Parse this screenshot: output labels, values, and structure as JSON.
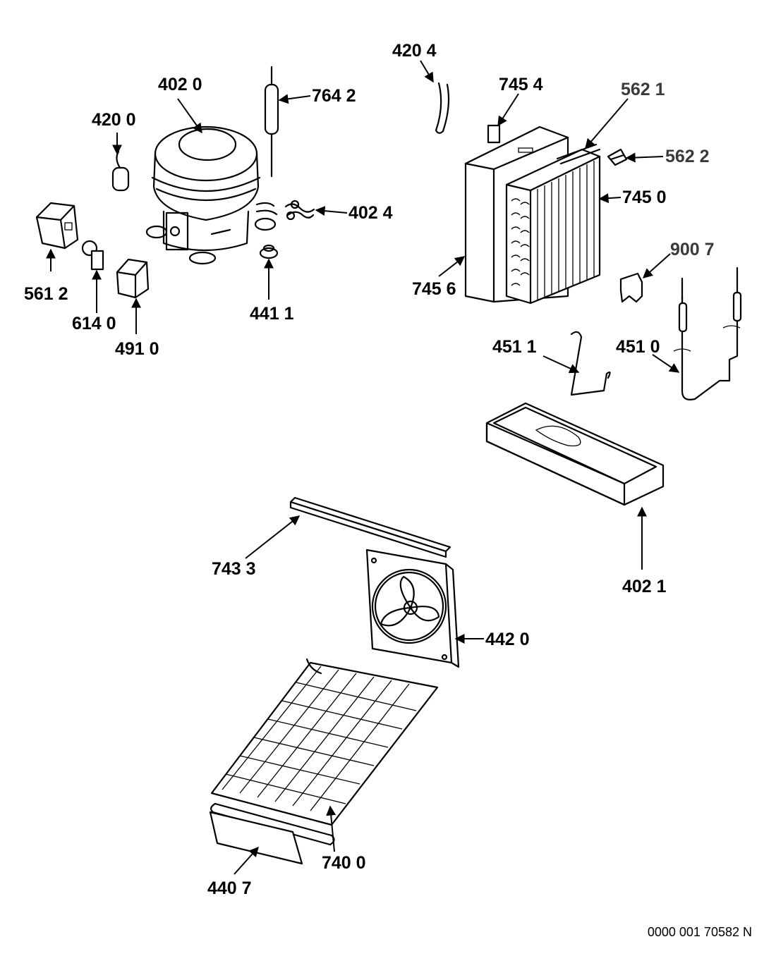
{
  "labels": {
    "p4200": "420 0",
    "p4020": "402 0",
    "p7642": "764 2",
    "p4204": "420 4",
    "p7454": "745 4",
    "p5621": "562 1",
    "p5622": "562 2",
    "p7450": "745 0",
    "p4024": "402 4",
    "p5612": "561 2",
    "p6140": "614 0",
    "p4910": "491 0",
    "p4411": "441 1",
    "p7456": "745 6",
    "p9007": "900 7",
    "p4511": "451 1",
    "p4510": "451 0",
    "p4021": "402 1",
    "p7433": "743 3",
    "p4420": "442 0",
    "p7400": "740 0",
    "p4407": "440 7"
  },
  "document_number": "0000 001 70582 N"
}
